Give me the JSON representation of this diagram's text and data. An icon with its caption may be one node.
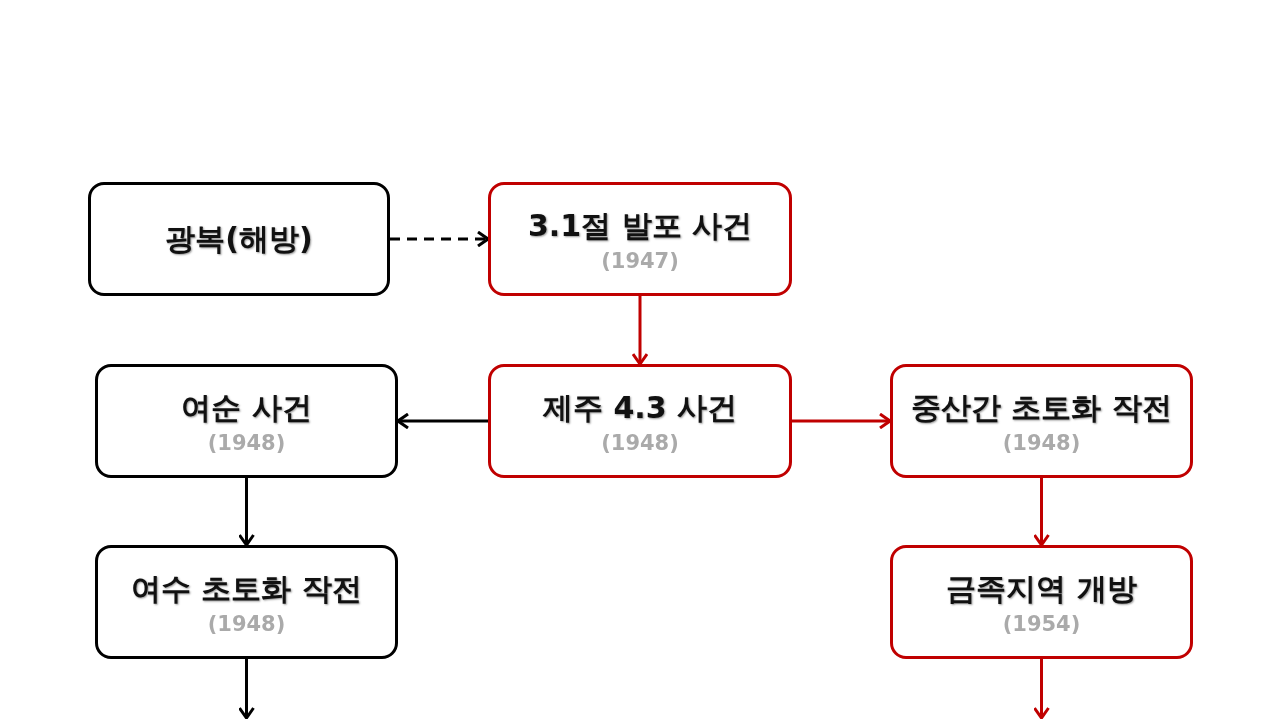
{
  "diagram": {
    "nodes": [
      {
        "text": [
          "광복(해방)"
        ]
      },
      {
        "text": [
          "3.1절 발포 사건",
          "(1947)"
        ]
      },
      {
        "text": [
          "여순 사건",
          "(1948)"
        ]
      },
      {
        "text": [
          "제주 4.3 사건",
          "(1948)"
        ]
      },
      {
        "text": [
          "중산간 초토화 작전",
          "(1948)"
        ]
      },
      {
        "text": [
          "여수 초토화 작전",
          "(1948)"
        ]
      },
      {
        "text": [
          "금족지역 개방",
          "(1954)"
        ]
      }
    ],
    "edges": [
      {
        "from": 0,
        "to": 1,
        "arrow": "to",
        "style": "dashed"
      },
      {
        "from": 1,
        "to": 3,
        "arrow": "to",
        "color": "#c00000"
      },
      {
        "from": 3,
        "to": 2,
        "arrow": "to"
      },
      {
        "from": 3,
        "to": 4,
        "arrow": "to",
        "color": "#c00000"
      },
      {
        "from": 2,
        "to": 5,
        "arrow": "to"
      },
      {
        "from": 4,
        "to": 6,
        "arrow": "to",
        "color": "#c00000"
      },
      {
        "from": 5,
        "to": null,
        "arrow": "to"
      },
      {
        "from": 6,
        "to": null,
        "arrow": "to",
        "color": "#c00000"
      }
    ]
  }
}
